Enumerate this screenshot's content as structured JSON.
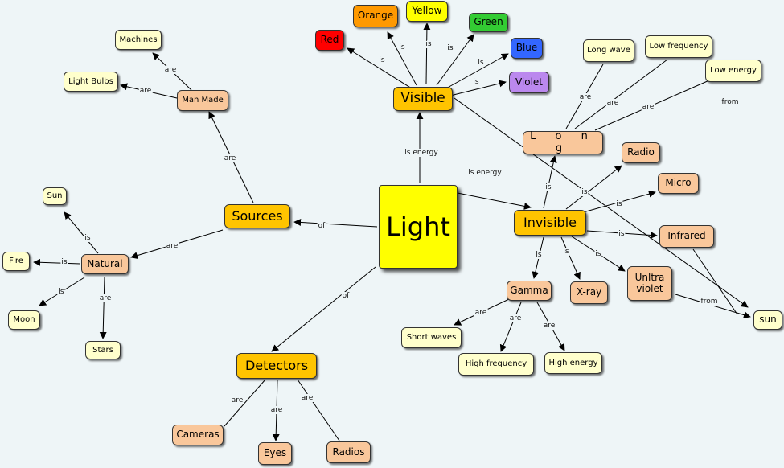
{
  "colors": {
    "background": "#eef5f7",
    "main_topic": "#ffff00",
    "topic": "#ffc400",
    "subtopic": "#f9c79b",
    "leaf": "#ffffcc",
    "red": "#ff0000",
    "orange": "#ff9900",
    "yellow": "#ffff00",
    "green": "#33cc33",
    "blue": "#3366ff",
    "violet": "#bb88ee"
  },
  "nodes": {
    "light": "Light",
    "visible": "Visible",
    "invisible": "Invisible",
    "sources": "Sources",
    "detectors": "Detectors",
    "red": "Red",
    "orange": "Orange",
    "yellow": "Yellow",
    "green": "Green",
    "blue": "Blue",
    "violet": "Violet",
    "long": "L o n g",
    "long_wave": "Long wave",
    "low_frequency": "Low frequency",
    "low_energy": "Low energy",
    "radio": "Radio",
    "micro": "Micro",
    "infrared": "Infrared",
    "ultraviolet": "Unltra\nviolet",
    "xray": "X-ray",
    "gamma": "Gamma",
    "short_waves": "Short waves",
    "high_frequency": "High frequency",
    "high_energy": "High energy",
    "sun_right": "sun",
    "man_made": "Man Made",
    "machines": "Machines",
    "light_bulbs": "Light Bulbs",
    "natural": "Natural",
    "sun_left": "Sun",
    "fire": "Fire",
    "moon": "Moon",
    "stars": "Stars",
    "cameras": "Cameras",
    "eyes": "Eyes",
    "radios": "Radios"
  },
  "link_labels": {
    "is": "is",
    "is_energy": "is energy",
    "are": "are",
    "of": "of",
    "from": "from"
  }
}
